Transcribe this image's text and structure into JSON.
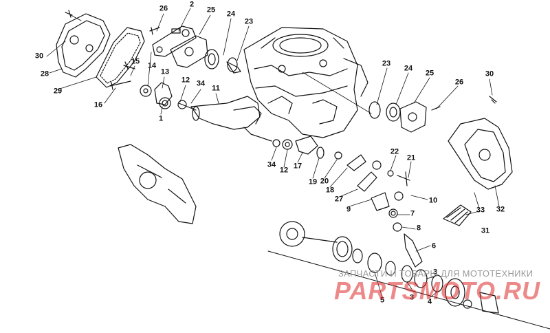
{
  "diagram": {
    "labels": {
      "l1": "1",
      "l2": "2",
      "l3": "3",
      "l3b": "3",
      "l4": "4",
      "l5": "5",
      "l6": "6",
      "l7": "7",
      "l8": "8",
      "l9": "9",
      "l10": "10",
      "l11": "11",
      "l12": "12",
      "l12b": "12",
      "l13": "13",
      "l14": "14",
      "l15": "15",
      "l16": "16",
      "l17": "17",
      "l18": "18",
      "l19": "19",
      "l20": "20",
      "l21": "21",
      "l22": "22",
      "l23": "23",
      "l23b": "23",
      "l24": "24",
      "l24b": "24",
      "l25": "25",
      "l25b": "25",
      "l26": "26",
      "l26b": "26",
      "l27": "27",
      "l28": "28",
      "l29": "29",
      "l30": "30",
      "l30b": "30",
      "l31": "31",
      "l32": "32",
      "l33": "33",
      "l34": "34",
      "l34b": "34"
    }
  },
  "watermark": {
    "caption": "ЗАПЧАСТИ И ТОВАРЫ ДЛЯ МОТОТЕХНИКИ",
    "logo": "PARTSMOTO.RU"
  }
}
